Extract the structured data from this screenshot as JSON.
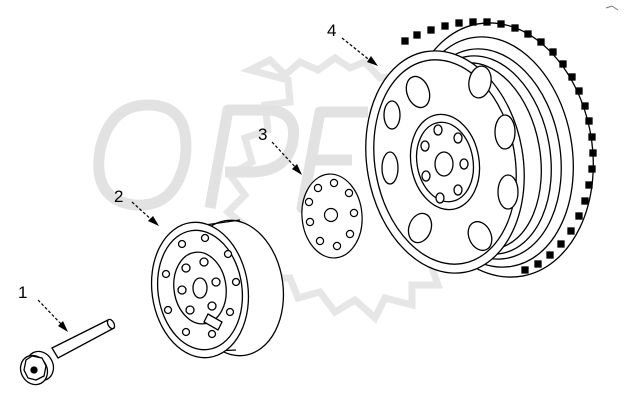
{
  "watermark": {
    "text": "OPEX"
  },
  "callouts": [
    {
      "id": "1",
      "label": "1",
      "part": "bolt"
    },
    {
      "id": "2",
      "label": "2",
      "part": "pulley"
    },
    {
      "id": "3",
      "label": "3",
      "part": "spacer-plate"
    },
    {
      "id": "4",
      "label": "4",
      "part": "flywheel"
    }
  ],
  "colors": {
    "ink": "#000000",
    "watermark": "#e6e6e6",
    "background": "#ffffff"
  }
}
